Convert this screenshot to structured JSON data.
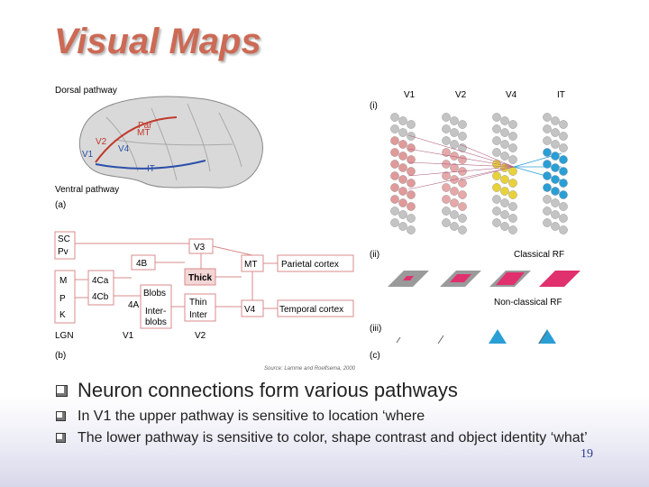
{
  "slide": {
    "title": "Visual Maps",
    "page_number": "19"
  },
  "figure": {
    "panel_a": {
      "dorsal": "Dorsal pathway",
      "ventral": "Ventral pathway",
      "v1": "V1",
      "v2": "V2",
      "v4": "V4",
      "mt": "MT",
      "par": "Par",
      "it": "IT",
      "label": "(a)"
    },
    "panel_b": {
      "sc": "SC",
      "pv": "Pv",
      "m": "M",
      "p": "P",
      "k": "K",
      "lgn": "LGN",
      "ca": "4Ca",
      "cb": "4Cb",
      "b4": "4B",
      "a4": "4A",
      "blobs": "Blobs",
      "inter": "Inter-",
      "blobs2": "blobs",
      "v3": "V3",
      "thick": "Thick",
      "thin": "Thin",
      "inter2": "Inter",
      "mt": "MT",
      "v4": "V4",
      "parietal": "Parietal cortex",
      "temporal": "Temporal cortex",
      "v1": "V1",
      "v2": "V2",
      "label": "(b)"
    },
    "panel_c": {
      "v1": "V1",
      "v2": "V2",
      "v4": "V4",
      "it": "IT",
      "i": "(i)",
      "ii": "(ii)",
      "iii": "(iii)",
      "classical": "Classical RF",
      "nonclassical": "Non-classical RF",
      "label": "(c)"
    },
    "source": "Source: Lamme and Roelfsema, 2000"
  },
  "bullets": {
    "main": "Neuron connections form various pathways",
    "sub": [
      "In V1 the upper pathway is sensitive to location ‘where",
      "The lower pathway is sensitive to color, shape contrast and object identity ‘what’"
    ]
  }
}
